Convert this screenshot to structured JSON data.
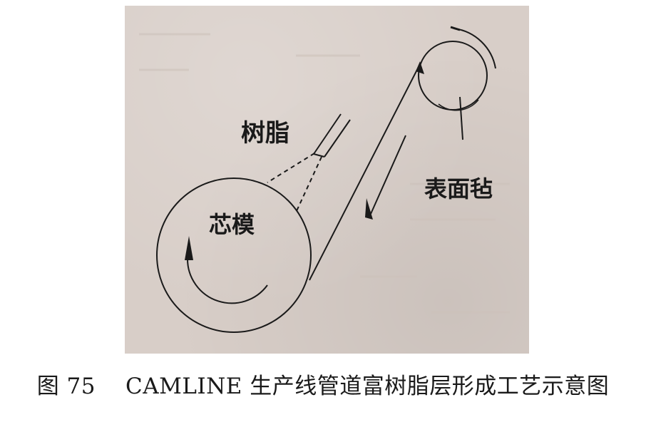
{
  "labels": {
    "resin": "树脂",
    "core_mold": "芯模",
    "surface_felt": "表面毡"
  },
  "caption": {
    "figure": "图 75",
    "text": "CAMLINE 生产线管道富树脂层形成工艺示意图"
  },
  "colors": {
    "paper": "#d8cec8",
    "ink": "#1a1a1a"
  }
}
